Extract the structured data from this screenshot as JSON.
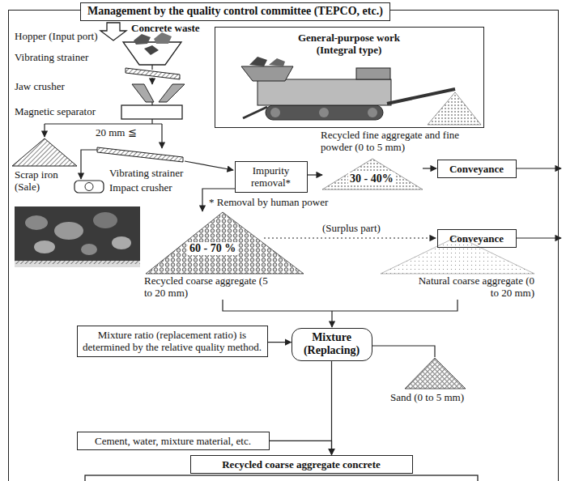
{
  "diagram": {
    "nodes": [
      {
        "text": [
          "Management by the quality control committee (TEPCO, etc.)"
        ]
      },
      {
        "text": [
          "General-purpose work (Integral type)"
        ],
        "in": 0
      },
      {
        "text": [
          "Impurity removal*"
        ],
        "in": 0
      },
      {
        "text": [
          "Conveyance"
        ],
        "in": 0
      },
      {
        "text": [
          "Conveyance"
        ],
        "in": 0
      },
      {
        "text": [
          "Mixture ratio (replacement ratio) is determined by the relative quality method."
        ],
        "in": 0
      },
      {
        "text": [
          "Mixture (Replacing)"
        ],
        "in": 0
      },
      {
        "text": [
          "Cement, water, mixture material, etc."
        ],
        "in": 0
      },
      {
        "text": [
          "Recycled coarse aggregate concrete"
        ],
        "in": 0
      }
    ],
    "edges": [
      {
        "from": 5,
        "to": 6,
        "arrow": "to"
      },
      {
        "from": 6,
        "to": 8,
        "arrow": "to"
      },
      {
        "from": 7,
        "to": 8,
        "arrow": "to"
      }
    ],
    "labels": [
      "Concrete waste",
      "Hopper (Input port)",
      "Vibrating strainer",
      "Jaw crusher",
      "Magnetic separator",
      "20 mm ≦",
      "Scrap iron (Sale)",
      "Vibrating strainer",
      "Impact crusher",
      "Recycled fine aggregate and fine powder (0 to 5 mm)",
      "30 - 40%",
      "* Removal by human power",
      "(Surplus part)",
      "60 - 70 %",
      "Recycled coarse aggregate (5 to 20 mm)",
      "Natural coarse aggregate (0 to 20 mm)",
      "Sand (0 to 5 mm)"
    ]
  }
}
